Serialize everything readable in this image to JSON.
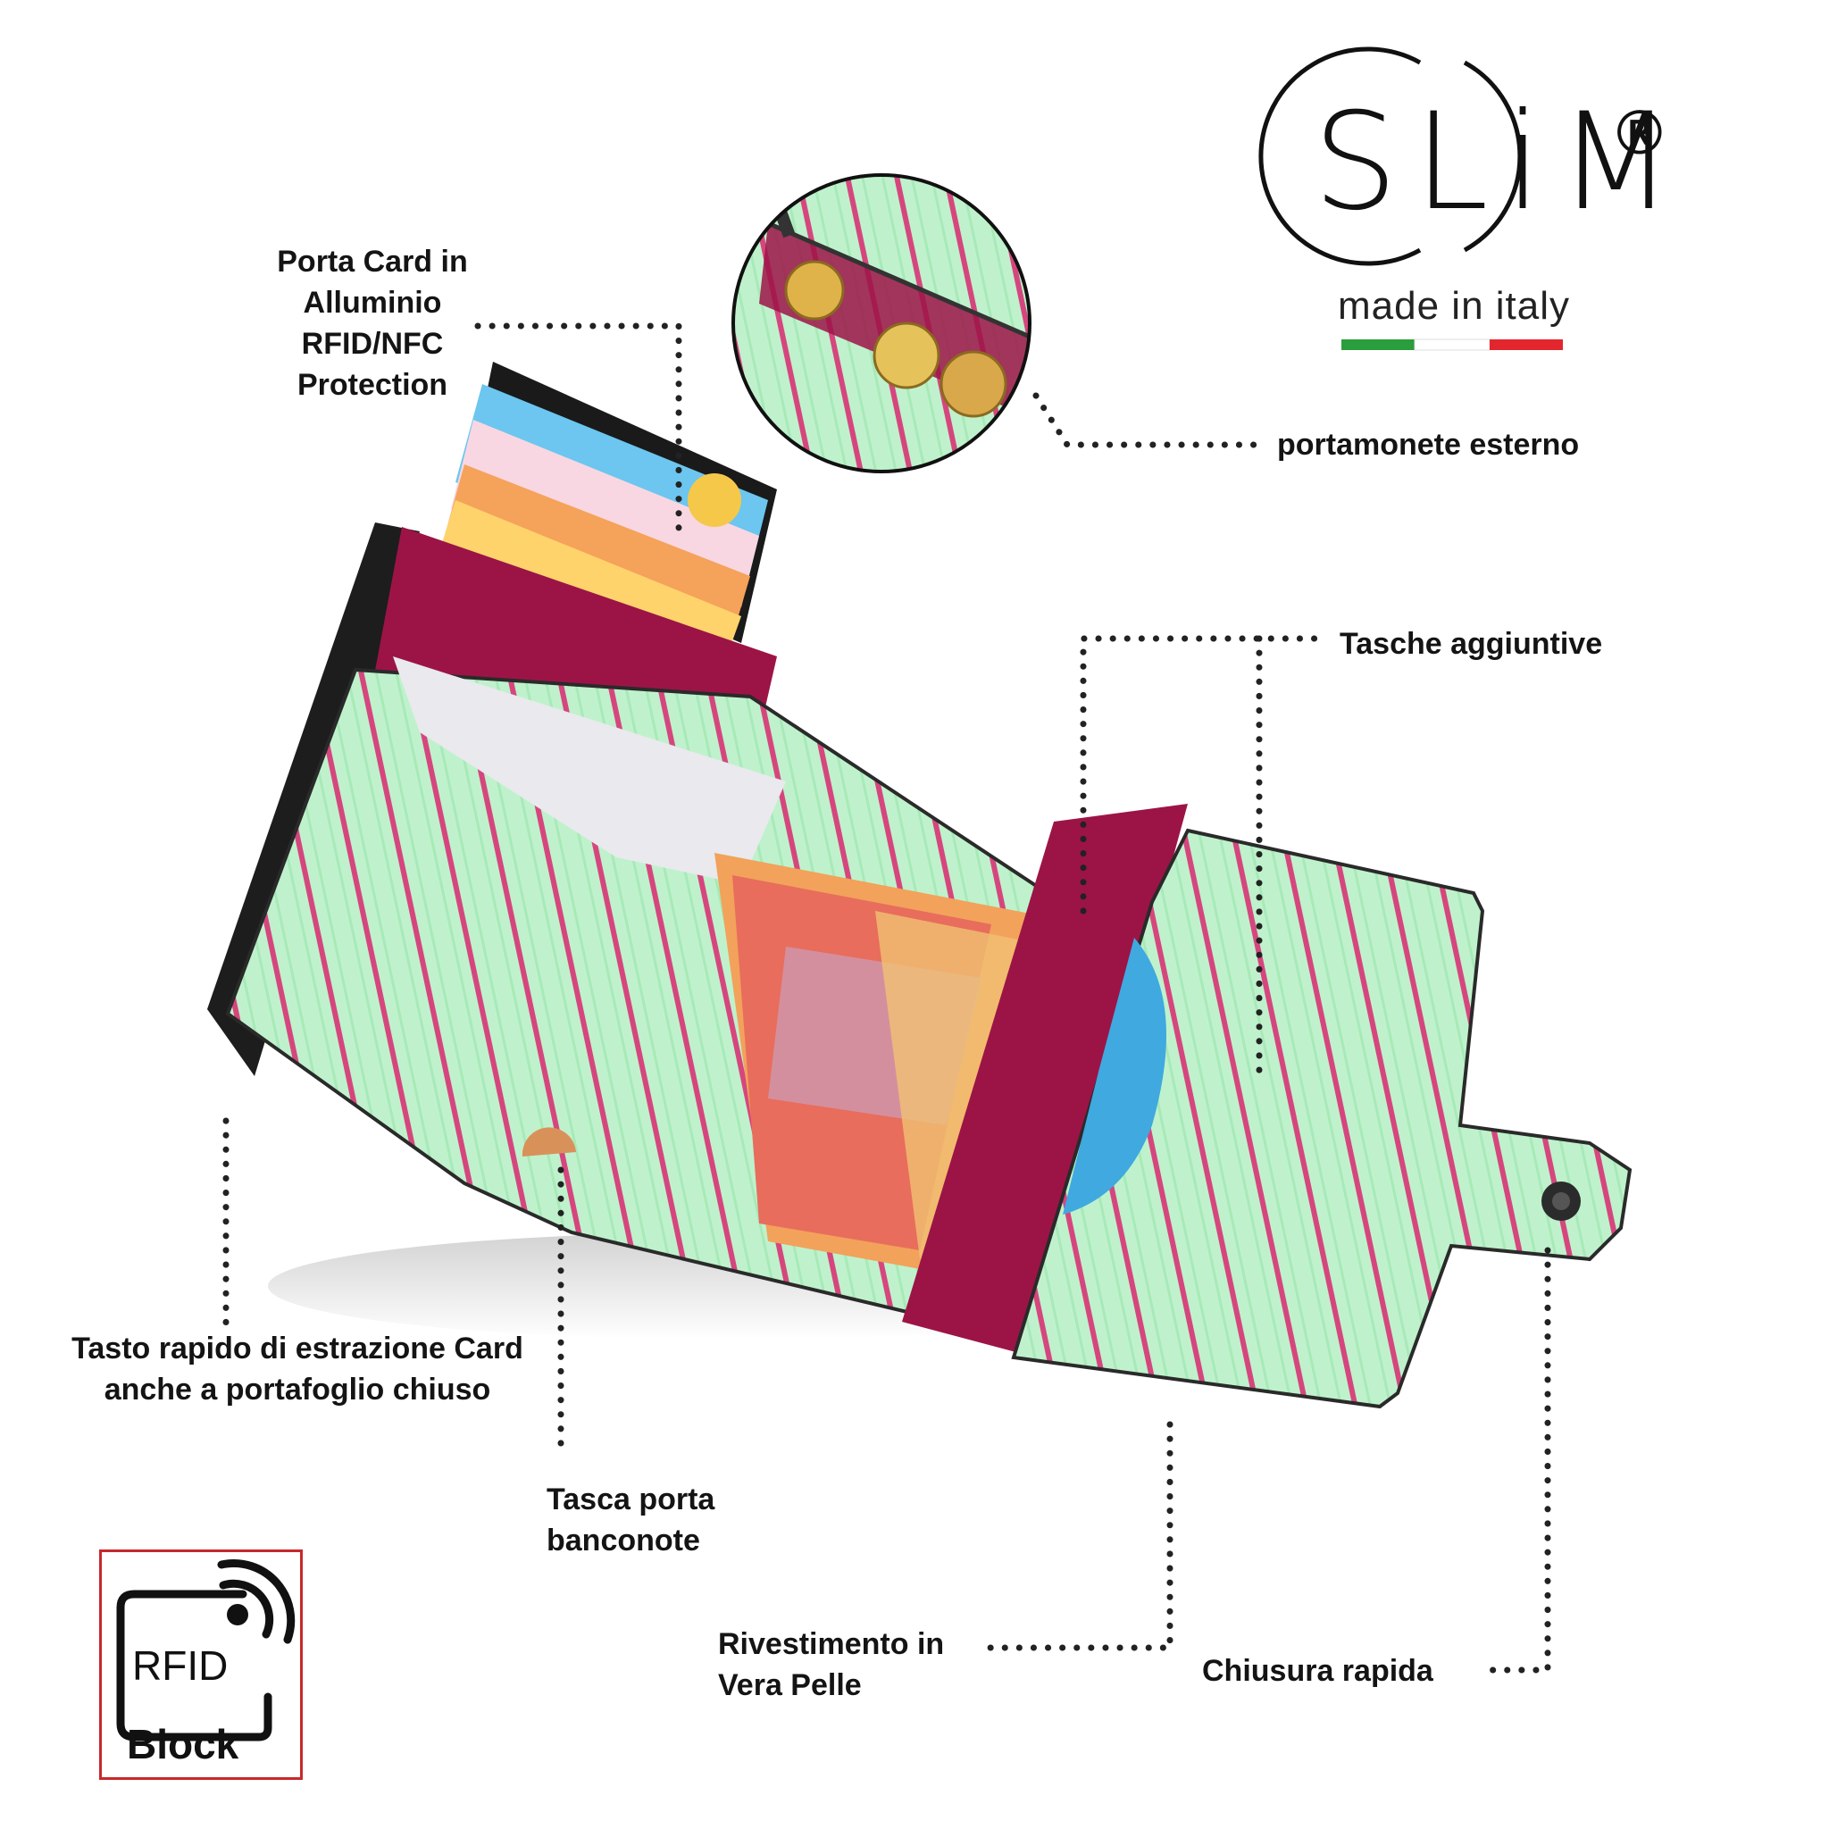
{
  "brand": {
    "logo_text": "SLiM",
    "registered": "®",
    "tagline": "made in italy",
    "flag_colors": [
      "#2a9d3c",
      "#ffffff",
      "#e3262e"
    ]
  },
  "labels": {
    "card_holder": [
      "Porta Card in",
      "Alluminio",
      "RFID/NFC",
      "Protection"
    ],
    "coin_purse": "portamonete esterno",
    "extra_pockets": "Tasche aggiuntive",
    "quick_button": [
      "Tasto rapido di estrazione Card",
      "anche a portafoglio chiuso"
    ],
    "note_pocket": [
      "Tasca porta",
      "banconote"
    ],
    "leather": [
      "Rivestimento in",
      "Vera Pelle"
    ],
    "closure": "Chiusura rapida"
  },
  "badge": {
    "rfid": "RFID",
    "block": "Block"
  },
  "colors": {
    "leather_mint": "#b9f0c8",
    "stripe_pink": "#d6467e",
    "lining_red": "#9c1446",
    "dots": "#222222",
    "badge_border": "#c8282c"
  }
}
